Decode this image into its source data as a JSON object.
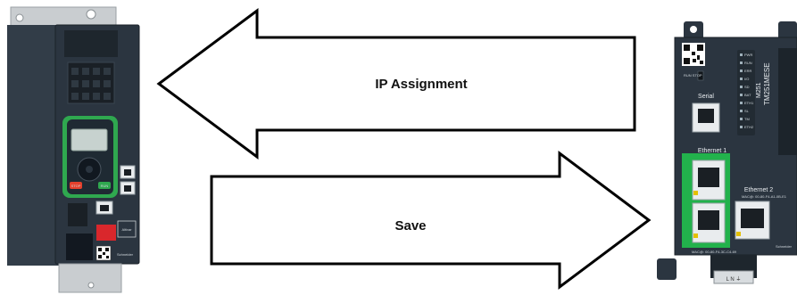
{
  "diagram": {
    "arrow_top": {
      "label": "IP Assignment",
      "direction": "left"
    },
    "arrow_bottom": {
      "label": "Save",
      "direction": "right"
    }
  },
  "left_device": {
    "keypad_left_key": "STOP",
    "keypad_right_key": "RUN",
    "side_label": "Altivar",
    "brand": "Schneider"
  },
  "right_device": {
    "model": "TM251MESE",
    "series": "M251",
    "mode_switch": "RUN STOP",
    "serial_label": "Serial",
    "ethernet1_label": "Ethernet 1",
    "ethernet2_label": "Ethernet 2",
    "ethernet2_mac": "MAC@: 00-80-F4-A1-0B-E1",
    "ethernet1_mac": "MAC@: 00-80-F4-3C-C4-69",
    "brand": "Schneider",
    "leds": [
      "PWR",
      "RUN",
      "ERR",
      "I/O",
      "SD",
      "BAT",
      "ETH1",
      "SL",
      "TM",
      "ETH2"
    ],
    "terminal_label": "L N ⏚"
  },
  "colors": {
    "device_body": "#2b3540",
    "keypad_green": "#2fa84f",
    "ethernet1_frame": "#22b24c",
    "arrow_stroke": "#000000",
    "stop_key": "#e4402c"
  }
}
